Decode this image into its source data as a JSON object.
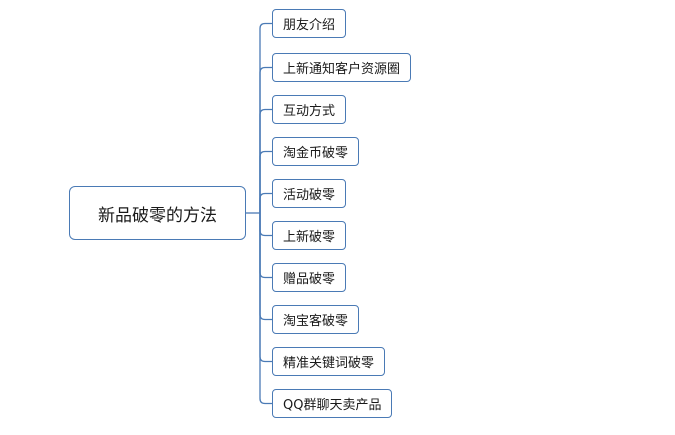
{
  "mindmap": {
    "root": "新品破零的方法",
    "children": [
      "朋友介绍",
      "上新通知客户资源圈",
      "互动方式",
      "淘金币破零",
      "活动破零",
      "上新破零",
      "赠品破零",
      "淘宝客破零",
      "精准关键词破零",
      "QQ群聊天卖产品"
    ],
    "colors": {
      "border": "#4a7ab5",
      "connector": "#4a7ab5",
      "text": "#1a1a1a"
    }
  }
}
